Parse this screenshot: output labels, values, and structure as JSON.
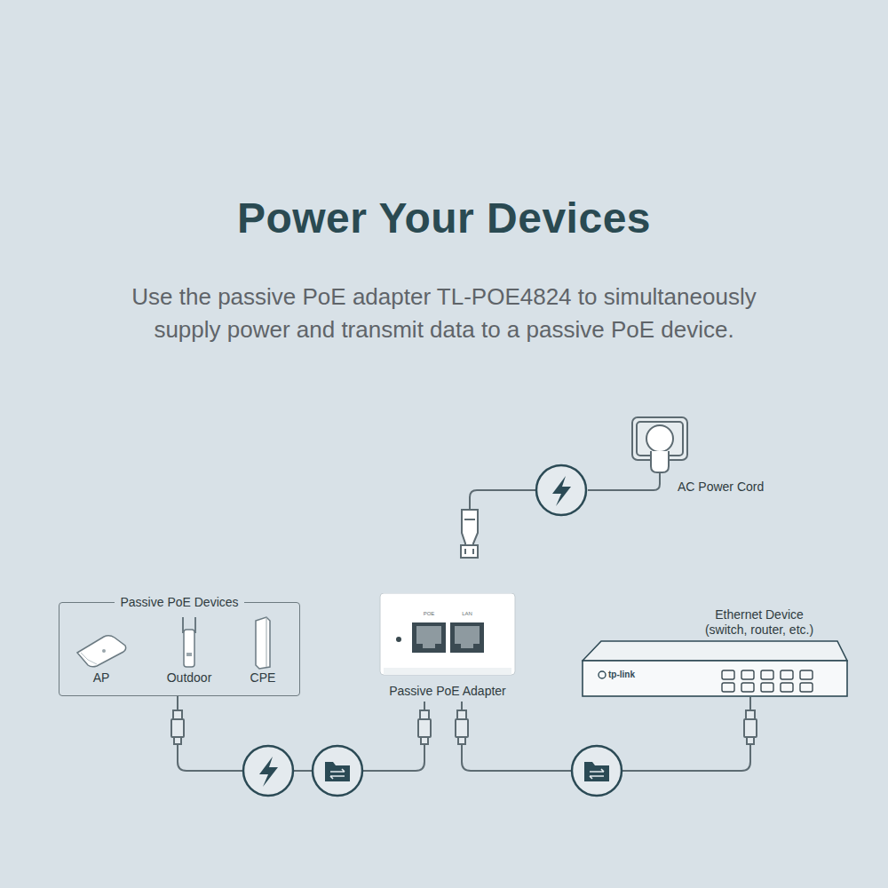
{
  "diagram": {
    "title": "Power Your Devices",
    "caption": "Use the passive PoE adapter TL-POE4824 to simultaneously supply power and transmit data to a passive PoE device.",
    "nodes": [
      {
        "text": [
          "Passive PoE Devices"
        ]
      },
      {
        "text": [
          "AP"
        ],
        "in": 0
      },
      {
        "text": [
          "Outdoor"
        ],
        "in": 0
      },
      {
        "text": [
          "CPE"
        ],
        "in": 0
      },
      {
        "text": [
          "POE",
          "LAN",
          "Passive PoE Adapter"
        ]
      },
      {
        "text": [
          "Ethernet Device (switch, router, etc.)",
          "tp-link"
        ]
      }
    ],
    "edges": [
      {
        "from": 0,
        "to": 4,
        "arrow": "none"
      },
      {
        "from": 4,
        "to": 5,
        "arrow": "none"
      }
    ],
    "labels": [
      "AC Power Cord"
    ]
  }
}
